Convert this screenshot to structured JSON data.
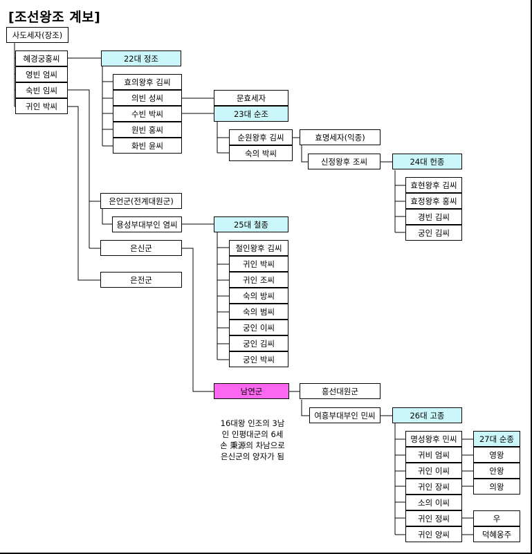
{
  "title": "[조선왕조 계보]",
  "note": "16대왕 인조의 3남\n인 인평대군의 6세\n손 秉源의 차남으로\n은신군의 양자가 됨",
  "colors": {
    "king_fill": "#ccf7fa",
    "highlight_fill": "#fb67ee",
    "line": "#000000"
  },
  "nodes": {
    "sado": "사도세자(장조)",
    "hyegyeong": "혜경궁홍씨",
    "yeongbin_eom": "영빈 엄씨",
    "sukbin_im": "숙빈 임씨",
    "gwiin_park_1": "귀인 박씨",
    "jeongjo": "22대 정조",
    "hyoui": "효의왕후 김씨",
    "uibin": "의빈 성씨",
    "subin": "수빈 박씨",
    "wonbin": "원빈 홍씨",
    "hwabin": "화빈 윤씨",
    "munhyo": "문효세자",
    "sunjo": "23대 순조",
    "sunwon": "순원왕후 김씨",
    "sugui_park": "숙의 박씨",
    "hyomyeong": "효명세자(익종)",
    "sinjeong": "신정왕후 조씨",
    "heonjong": "24대 헌종",
    "hyohyeon": "효현왕후 김씨",
    "hyojeong": "효정왕후 홍씨",
    "gyeongbin": "경빈 김씨",
    "gungin_kim_1": "궁인 김씨",
    "euneon": "은언군(전계대원군)",
    "yongseong": "용성부대부인 염씨",
    "cheoljong": "25대 철종",
    "eunsin": "은신군",
    "eunjeon": "은전군",
    "cheorin": "철인왕후 김씨",
    "c_gwiin_park": "귀인 박씨",
    "c_gwiin_jo": "귀인 조씨",
    "c_sugui_bang": "숙의 방씨",
    "c_sugui_beom": "숙의 범씨",
    "c_gungin_lee": "궁인 이씨",
    "c_gungin_kim": "궁인 김씨",
    "c_gungin_park": "궁인 박씨",
    "namyeon": "남연군",
    "heungseon": "흥선대원군",
    "yeoheung_budae": "여흥부대부인 민씨",
    "gojong": "26대 고종",
    "myeongseong": "명성왕후  민씨",
    "gwibi_eom": "귀비 엄씨",
    "g_gwiin_lee": "귀인 이씨",
    "g_gwiin_jang": "귀인 장씨",
    "soui_lee": "소의 이씨",
    "g_gwiin_jeong": "귀인 정씨",
    "g_gwiin_yang": "귀인 양씨",
    "sunjong": "27대 순종",
    "yeongwang": "영왕",
    "anwang": "안왕",
    "uiwang": "의왕",
    "u": "우",
    "deokhye": "덕혜옹주"
  }
}
